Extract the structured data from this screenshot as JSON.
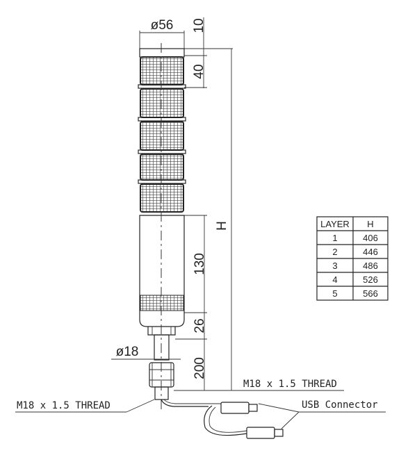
{
  "dimensions": {
    "top_diameter": "ø56",
    "cap_height": "10",
    "layer_height": "40",
    "height_label": "H",
    "body_height": "130",
    "base_height": "26",
    "stem_diameter": "ø18",
    "stem_length": "200"
  },
  "callouts": {
    "thread_right": "M18 x 1.5  THREAD",
    "thread_left": "M18 x 1.5  THREAD",
    "usb": "USB Connector"
  },
  "table": {
    "headers": [
      "LAYER",
      "H"
    ],
    "rows": [
      [
        "1",
        "406"
      ],
      [
        "2",
        "446"
      ],
      [
        "3",
        "486"
      ],
      [
        "4",
        "526"
      ],
      [
        "5",
        "566"
      ]
    ]
  }
}
